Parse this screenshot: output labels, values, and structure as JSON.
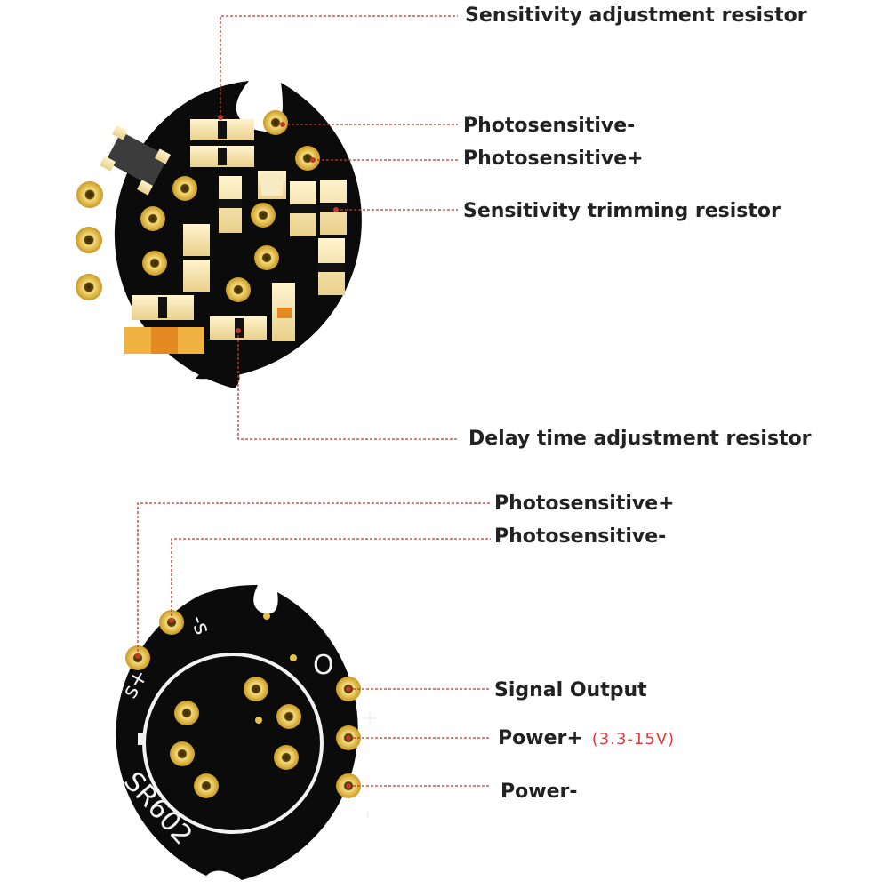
{
  "top_board": {
    "labels": {
      "sens_adjust": "Sensitivity adjustment resistor",
      "photo_minus": "Photosensitive-",
      "photo_plus": "Photosensitive+",
      "sens_trim": "Sensitivity trimming resistor",
      "delay_adjust": "Delay time adjustment resistor"
    }
  },
  "bottom_board": {
    "silkscreen": {
      "s_plus": "s+",
      "s_minus": "-s",
      "out": "O",
      "plus": "+",
      "minus": "-",
      "model": "SR602"
    },
    "labels": {
      "photo_plus": "Photosensitive+",
      "photo_minus": "Photosensitive-",
      "signal_output": "Signal Output",
      "power_plus": "Power+",
      "power_plus_range": "(3.3-15V)",
      "power_minus": "Power-"
    }
  },
  "colors": {
    "board": "#0b0b0b",
    "pad_gold": "#e6c04a",
    "component_cream": "#f3e3b4",
    "leader_red": "#c0392b",
    "range_text": "#e23b3b"
  }
}
